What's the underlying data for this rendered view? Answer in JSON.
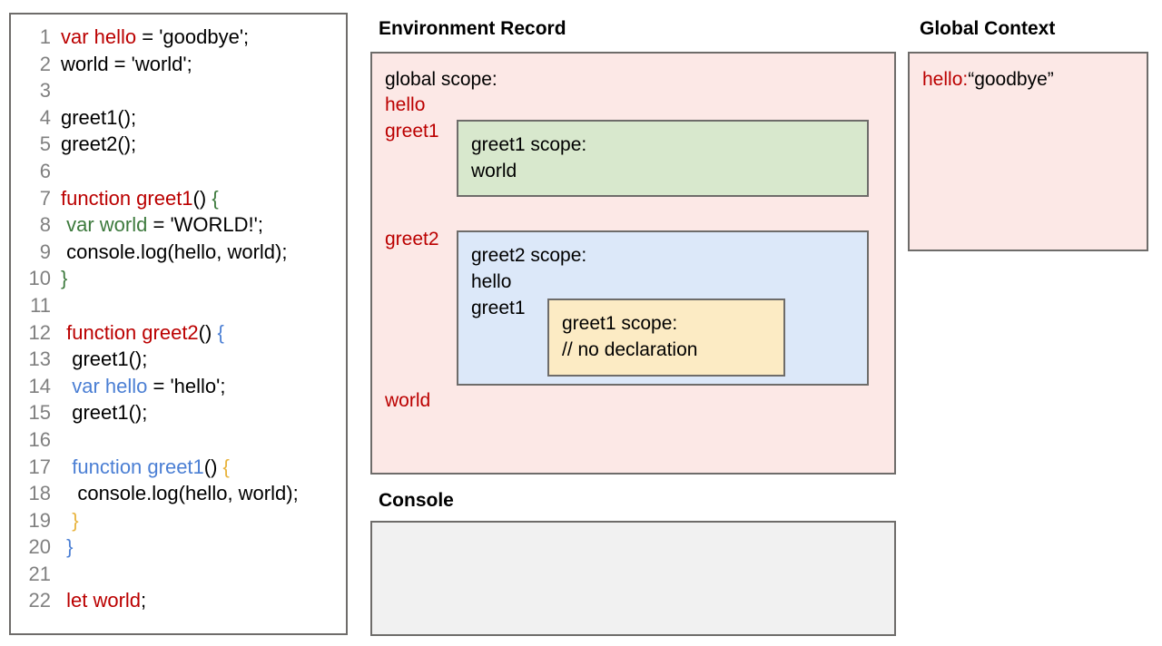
{
  "editor": {
    "name": "javascript-source-editor",
    "lines": [
      {
        "num": "1",
        "tokens": [
          {
            "t": "var hello",
            "c": "red"
          },
          {
            "t": " = 'goodbye';",
            "c": "black"
          }
        ]
      },
      {
        "num": "2",
        "tokens": [
          {
            "t": "world = 'world';",
            "c": "black"
          }
        ]
      },
      {
        "num": "3",
        "tokens": [
          {
            "t": "",
            "c": "black"
          }
        ]
      },
      {
        "num": "4",
        "tokens": [
          {
            "t": "greet1();",
            "c": "black"
          }
        ]
      },
      {
        "num": "5",
        "tokens": [
          {
            "t": "greet2();",
            "c": "black"
          }
        ]
      },
      {
        "num": "6",
        "tokens": [
          {
            "t": "",
            "c": "black"
          }
        ]
      },
      {
        "num": "7",
        "tokens": [
          {
            "t": "function greet1",
            "c": "red"
          },
          {
            "t": "() ",
            "c": "black"
          },
          {
            "t": "{",
            "c": "green"
          }
        ]
      },
      {
        "num": "8",
        "tokens": [
          {
            "t": " ",
            "c": "black"
          },
          {
            "t": "var world",
            "c": "green"
          },
          {
            "t": " = 'WORLD!';",
            "c": "black"
          }
        ]
      },
      {
        "num": "9",
        "tokens": [
          {
            "t": " console.log(hello, world);",
            "c": "black"
          }
        ]
      },
      {
        "num": "10",
        "tokens": [
          {
            "t": "}",
            "c": "green"
          }
        ]
      },
      {
        "num": "11",
        "tokens": [
          {
            "t": "",
            "c": "black"
          }
        ]
      },
      {
        "num": "12",
        "tokens": [
          {
            "t": " ",
            "c": "black"
          },
          {
            "t": "function greet2",
            "c": "red"
          },
          {
            "t": "() ",
            "c": "black"
          },
          {
            "t": "{",
            "c": "blue"
          }
        ]
      },
      {
        "num": "13",
        "tokens": [
          {
            "t": "  greet1();",
            "c": "black"
          }
        ]
      },
      {
        "num": "14",
        "tokens": [
          {
            "t": "  ",
            "c": "black"
          },
          {
            "t": "var hello",
            "c": "blue"
          },
          {
            "t": " = 'hello';",
            "c": "black"
          }
        ]
      },
      {
        "num": "15",
        "tokens": [
          {
            "t": "  greet1();",
            "c": "black"
          }
        ]
      },
      {
        "num": "16",
        "tokens": [
          {
            "t": "",
            "c": "black"
          }
        ]
      },
      {
        "num": "17",
        "tokens": [
          {
            "t": "  ",
            "c": "black"
          },
          {
            "t": "function greet1",
            "c": "blue"
          },
          {
            "t": "() ",
            "c": "black"
          },
          {
            "t": "{",
            "c": "orange"
          }
        ]
      },
      {
        "num": "18",
        "tokens": [
          {
            "t": "   console.log(hello, world);",
            "c": "black"
          }
        ]
      },
      {
        "num": "19",
        "tokens": [
          {
            "t": "  ",
            "c": "black"
          },
          {
            "t": "}",
            "c": "orange"
          }
        ]
      },
      {
        "num": "20",
        "tokens": [
          {
            "t": " ",
            "c": "black"
          },
          {
            "t": "}",
            "c": "blue"
          }
        ]
      },
      {
        "num": "21",
        "tokens": [
          {
            "t": "",
            "c": "black"
          }
        ]
      },
      {
        "num": "22",
        "tokens": [
          {
            "t": " ",
            "c": "black"
          },
          {
            "t": "let world",
            "c": "red"
          },
          {
            "t": ";",
            "c": "black"
          }
        ]
      }
    ]
  },
  "environment_record": {
    "title": "Environment Record",
    "global_scope_label": "global scope:",
    "global_vars_top": [
      {
        "name": "hello",
        "color": "red"
      },
      {
        "name": "greet1",
        "color": "red"
      }
    ],
    "greet2_marker": "greet2",
    "global_vars_bottom": [
      {
        "name": "world",
        "color": "red"
      }
    ],
    "greet1_scope": {
      "label": "greet1 scope:",
      "entries": [
        {
          "name": "world",
          "color": "green"
        }
      ]
    },
    "greet2_scope": {
      "label": "greet2 scope:",
      "entries": [
        {
          "name": "hello",
          "color": "blue"
        },
        {
          "name": "greet1",
          "color": "blue"
        }
      ]
    },
    "greet1_inner_scope": {
      "label": "greet1 scope:",
      "entries": [
        {
          "name": "// no declaration",
          "color": "black"
        }
      ]
    }
  },
  "global_context": {
    "title": "Global Context",
    "entries": [
      {
        "key": "hello:",
        "value": "“goodbye”"
      }
    ]
  },
  "console": {
    "title": "Console",
    "output": ""
  },
  "colors": {
    "red": "#bb0000",
    "green": "#3d7a3d",
    "blue": "#4b7fd4",
    "orange": "#e8b33c",
    "black": "#000000",
    "line_number": "#808080",
    "panel_border": "#6e6c6a",
    "global_scope_bg": "#fce8e6",
    "greet1_scope_bg": "#d8e8cd",
    "greet2_scope_bg": "#dce8f9",
    "greet1_inner_scope_bg": "#fcebc4",
    "console_bg": "#f1f1f1"
  }
}
